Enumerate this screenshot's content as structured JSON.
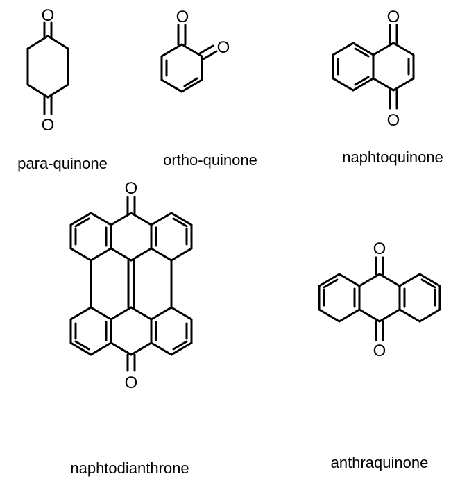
{
  "atom_symbol": "O",
  "molecules": [
    {
      "id": "para-quinone",
      "name": "para-quinone"
    },
    {
      "id": "ortho-quinone",
      "name": "ortho-quinone"
    },
    {
      "id": "naphtoquinone",
      "name": "naphtoquinone"
    },
    {
      "id": "naphtodianthrone",
      "name": "naphtodianthrone"
    },
    {
      "id": "anthraquinone",
      "name": "anthraquinone"
    }
  ]
}
